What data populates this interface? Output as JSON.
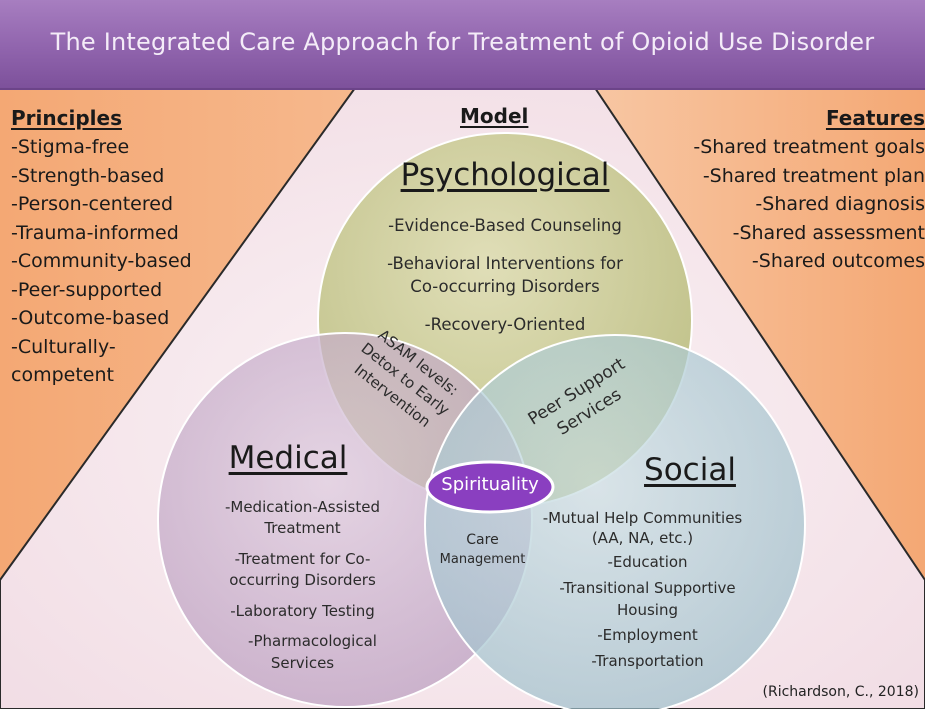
{
  "header": {
    "title": "The Integrated Care Approach for Treatment of Opioid Use Disorder"
  },
  "principles": {
    "heading": "Principles",
    "items": [
      "-Stigma-free",
      "-Strength-based",
      "-Person-centered",
      "-Trauma-informed",
      "-Community-based",
      "-Peer-supported",
      "-Outcome-based",
      "-Culturally-",
      "competent"
    ]
  },
  "model": {
    "heading": "Model"
  },
  "features": {
    "heading": "Features",
    "items": [
      "-Shared treatment goals",
      "-Shared treatment plan",
      "-Shared diagnosis",
      "-Shared assessment",
      "-Shared outcomes"
    ]
  },
  "psychological": {
    "title": "Psychological",
    "items": [
      "-Evidence-Based Counseling",
      "-Behavioral Interventions for",
      "Co-occurring Disorders",
      "-Recovery-Oriented"
    ]
  },
  "medical": {
    "title": "Medical",
    "items": [
      "-Medication-Assisted",
      "Treatment",
      "-Treatment for Co-",
      "occurring Disorders",
      "-Laboratory Testing",
      "-Pharmacological",
      "Services"
    ]
  },
  "social": {
    "title": "Social",
    "items": [
      "-Mutual Help Communities",
      "(AA, NA, etc.)",
      "-Education",
      "-Transitional Supportive",
      "Housing",
      "-Employment",
      "-Transportation"
    ]
  },
  "overlaps": {
    "asam": [
      "ASAM levels:",
      "Detox to Early",
      "Intervention"
    ],
    "peer": [
      "Peer Support",
      "Services"
    ],
    "care": [
      "Care",
      "Management"
    ],
    "center": "Spirituality"
  },
  "citation": "(Richardson, C., 2018)",
  "colors": {
    "header": "#9064ad",
    "side_panels": "#f5b78a",
    "triangle": "#f7e9ee",
    "psychological_circle": "#c2c58a",
    "medical_circle": "#c4a8c7",
    "social_circle": "#a9c8d2",
    "spirituality_fill": "#8a3fc0"
  }
}
